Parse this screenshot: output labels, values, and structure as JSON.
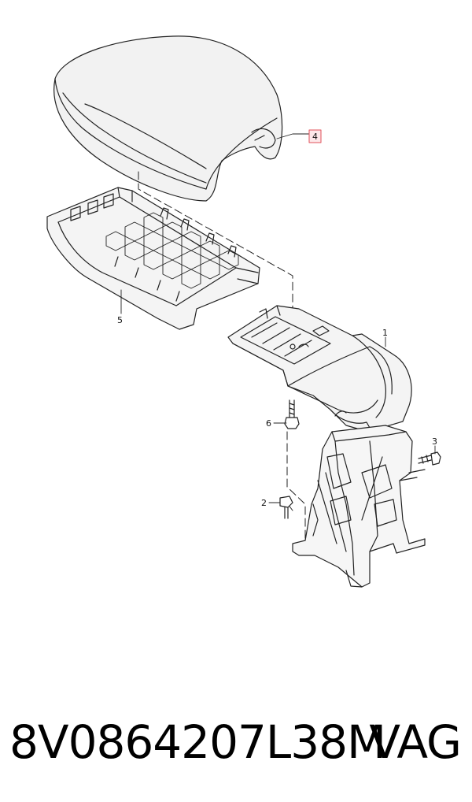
{
  "diagram": {
    "callouts": {
      "p1": "1",
      "p2": "2",
      "p3": "3",
      "p4": "4",
      "p5": "5",
      "p6": "6"
    },
    "highlight_color": "#e0505a"
  },
  "footer": {
    "part_number": "8V0864207L38M",
    "brand": "VAG"
  }
}
